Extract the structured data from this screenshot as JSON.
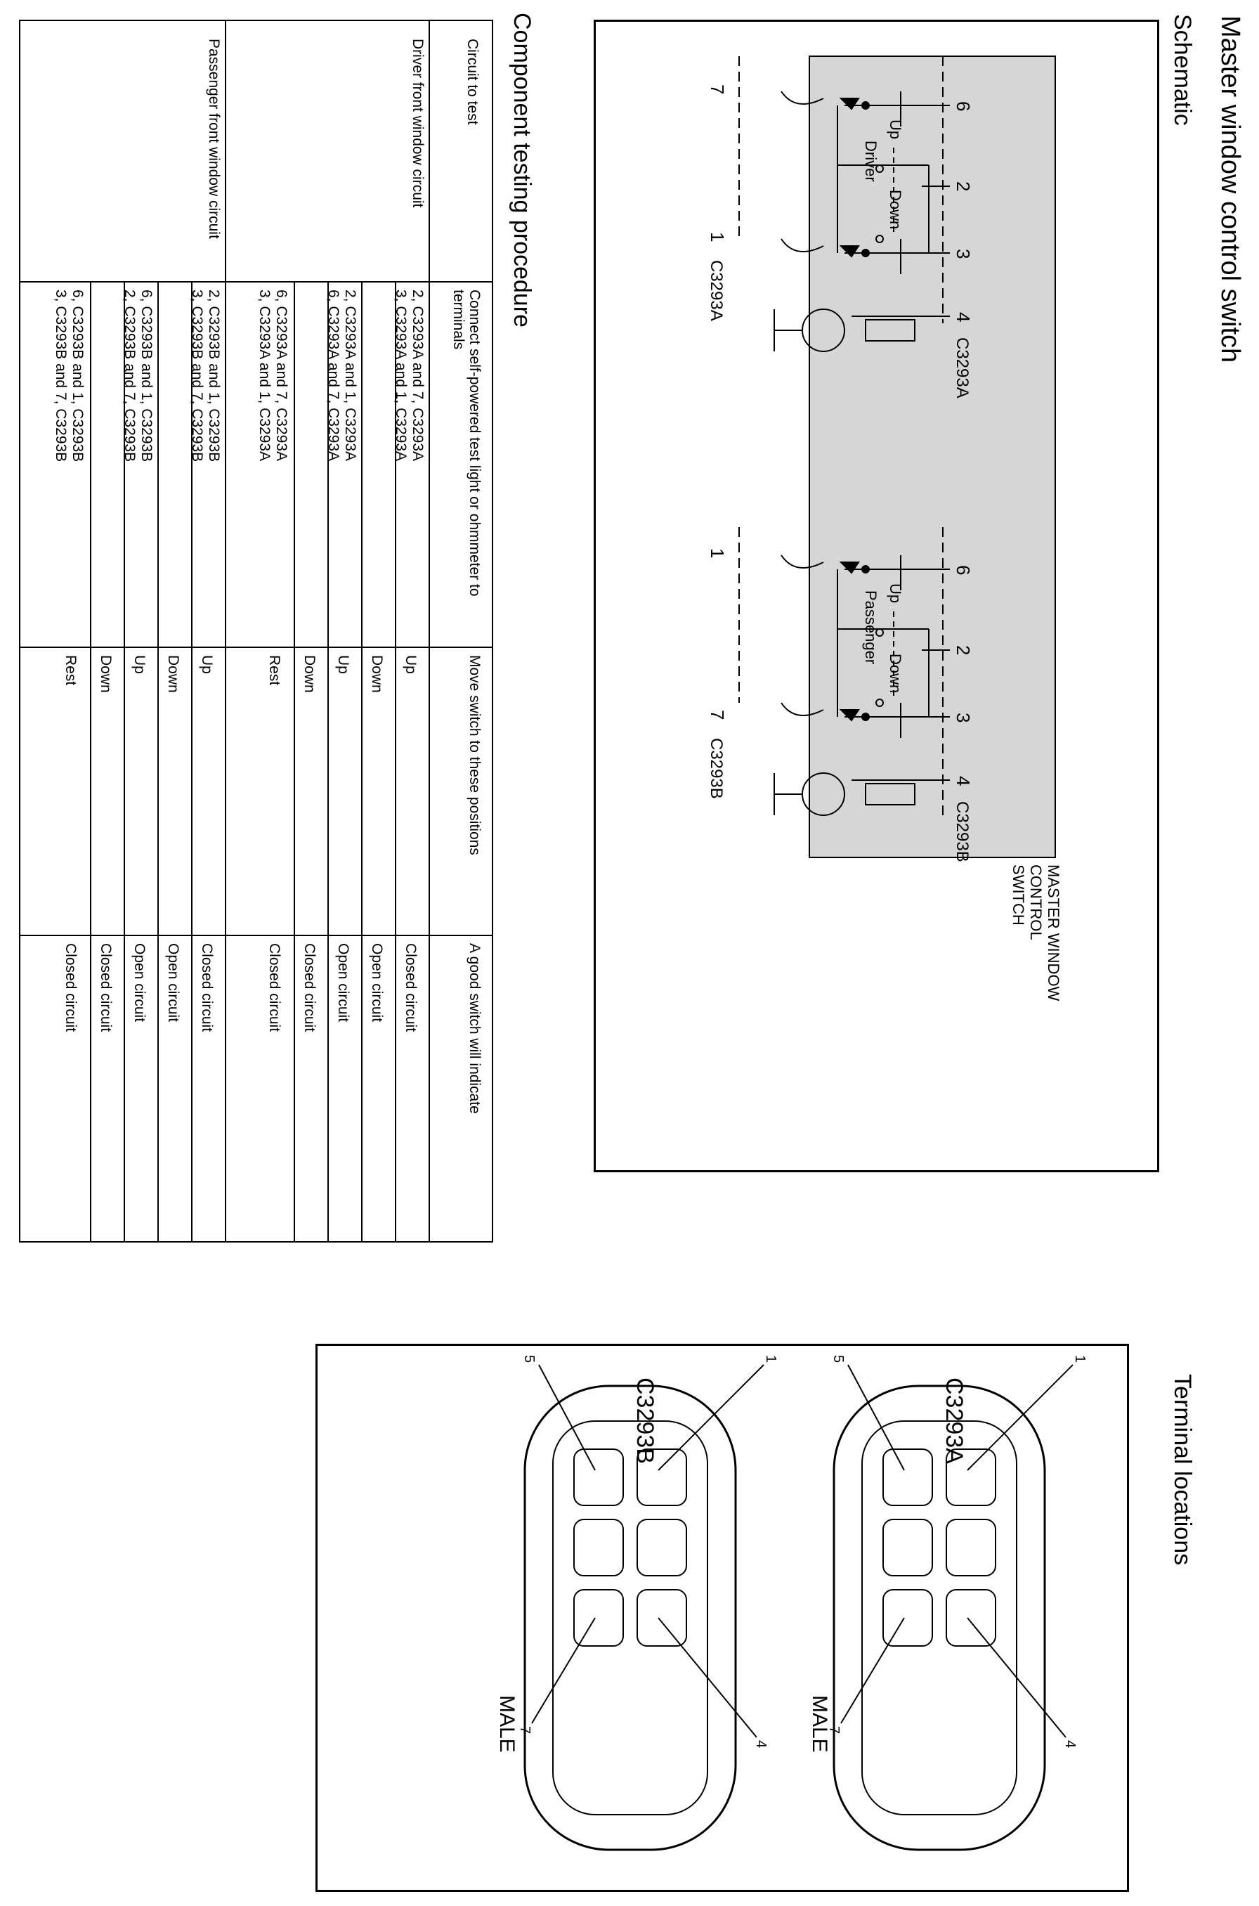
{
  "title": "Master window control switch",
  "schematic": {
    "heading": "Schematic",
    "pins_a_top": [
      "6",
      "2",
      "3",
      "4"
    ],
    "pins_a_bottom": [
      "7",
      "1"
    ],
    "pins_b_top": [
      "6",
      "2",
      "3",
      "4"
    ],
    "pins_b_bottom": [
      "1",
      "7"
    ],
    "connector_a": "C3293A",
    "connector_b": "C3293B",
    "up": "Up",
    "down": "Down",
    "driver": "Driver",
    "passenger": "Passenger",
    "device_label": [
      "MASTER WINDOW",
      "CONTROL",
      "SWITCH"
    ]
  },
  "testing": {
    "heading": "Component testing procedure",
    "headers": [
      "Circuit to test",
      "Connect self-powered test light or ohmmeter to terminals",
      "Move switch to these positions",
      "A good switch will indicate"
    ],
    "groups": [
      {
        "circuit": "Driver front window circuit",
        "subgroups": [
          {
            "terminals": [
              "2, C3293A and 7, C3293A",
              "3, C3293A and 1, C3293A"
            ],
            "rows": [
              {
                "position": "Up",
                "result": "Closed circuit"
              },
              {
                "position": "Down",
                "result": "Open circuit"
              }
            ]
          },
          {
            "terminals": [
              "2, C3293A and 1, C3293A",
              "6, C3293A and 7, C3293A"
            ],
            "rows": [
              {
                "position": "Up",
                "result": "Open circuit"
              },
              {
                "position": "Down",
                "result": "Closed circuit"
              }
            ]
          },
          {
            "terminals": [
              "6, C3293A and 7, C3293A",
              "3, C3293A and 1, C3293A"
            ],
            "rows": [
              {
                "position": "Rest",
                "result": "Closed circuit"
              }
            ]
          }
        ]
      },
      {
        "circuit": "Passenger front window circuit",
        "subgroups": [
          {
            "terminals": [
              "2, C3293B and 1, C3293B",
              "3, C3293B and 7, C3293B"
            ],
            "rows": [
              {
                "position": "Up",
                "result": "Closed circuit"
              },
              {
                "position": "Down",
                "result": "Open circuit"
              }
            ]
          },
          {
            "terminals": [
              "6, C3293B and 1, C3293B",
              "2, C3293B and 7, C3293B"
            ],
            "rows": [
              {
                "position": "Up",
                "result": "Open circuit"
              },
              {
                "position": "Down",
                "result": "Closed circuit"
              }
            ]
          },
          {
            "terminals": [
              "6, C3293B and 1, C3293B",
              "3, C3293B and 7, C3293B"
            ],
            "rows": [
              {
                "position": "Rest",
                "result": "Closed circuit"
              }
            ]
          }
        ]
      }
    ]
  },
  "terminal_locations": {
    "heading": "Terminal locations",
    "connectors": [
      {
        "name": "C3293A",
        "gender": "MALE",
        "pins": [
          "1",
          "5",
          "4",
          "7"
        ]
      },
      {
        "name": "C3293B",
        "gender": "MALE",
        "pins": [
          "1",
          "5",
          "4",
          "7"
        ]
      }
    ]
  }
}
